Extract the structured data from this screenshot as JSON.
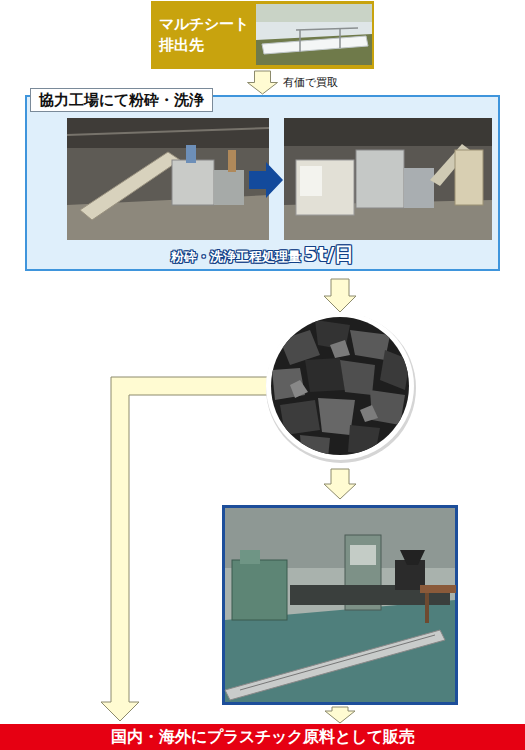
{
  "diagram": {
    "nodes": [
      {
        "text": [
          "マルチシート 排出先"
        ]
      },
      {
        "text": [
          "協力工場にて粉砕・洗浄",
          "粉砕・洗浄工程処理量",
          "5t/日"
        ]
      },
      {
        "text": [
          "国内・海外にプラスチック原料として販売"
        ]
      }
    ],
    "edges": [
      {
        "from": 0,
        "to": 1,
        "label": "有価で買取",
        "arrow": "to"
      }
    ]
  }
}
